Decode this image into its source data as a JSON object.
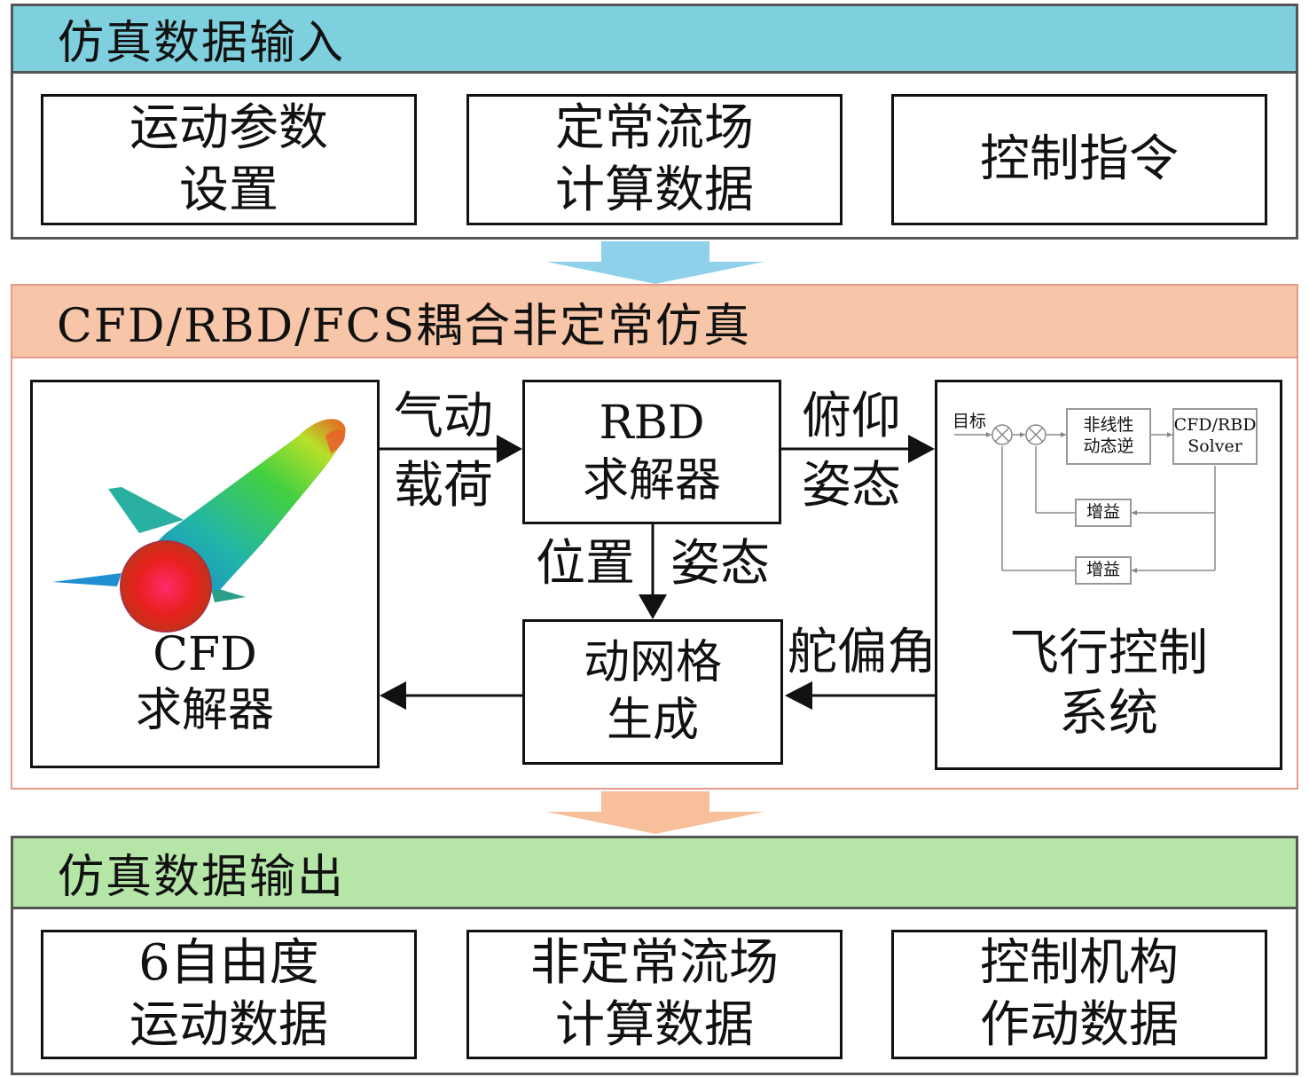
{
  "input": {
    "title": "仿真数据输入",
    "color": "#7fd0df",
    "boxes": [
      {
        "line1": "运动参数",
        "line2": "设置"
      },
      {
        "line1": "定常流场",
        "line2": "计算数据"
      },
      {
        "line1": "控制指令",
        "line2": ""
      }
    ]
  },
  "coupling": {
    "title": "CFD/RBD/FCS耦合非定常仿真",
    "color": "#f7c6a8",
    "cfd": {
      "line1": "CFD",
      "line2": "求解器"
    },
    "rbd": {
      "line1": "RBD",
      "line2": "求解器"
    },
    "mesh": {
      "line1": "动网格",
      "line2": "生成"
    },
    "fcs": {
      "line1": "飞行控制",
      "line2": "系统"
    },
    "labels": {
      "aero_1": "气动",
      "aero_2": "载荷",
      "pitch_1": "俯仰",
      "pitch_2": "姿态",
      "position": "位置",
      "attitude": "姿态",
      "rudder": "舵偏角"
    },
    "fcs_diagram": {
      "target": "目标",
      "inverse_1": "非线性",
      "inverse_2": "动态逆",
      "solver_1": "CFD/RBD",
      "solver_2": "Solver",
      "gain_1": "增益",
      "gain_2": "增益"
    }
  },
  "output": {
    "title": "仿真数据输出",
    "color": "#b5e6a8",
    "boxes": [
      {
        "line1": "6自由度",
        "line2": "运动数据"
      },
      {
        "line1": "非定常流场",
        "line2": "计算数据"
      },
      {
        "line1": "控制机构",
        "line2": "作动数据"
      }
    ]
  },
  "arrow_colors": {
    "down_1": "#8fd0ea",
    "down_2": "#f7c09a"
  }
}
